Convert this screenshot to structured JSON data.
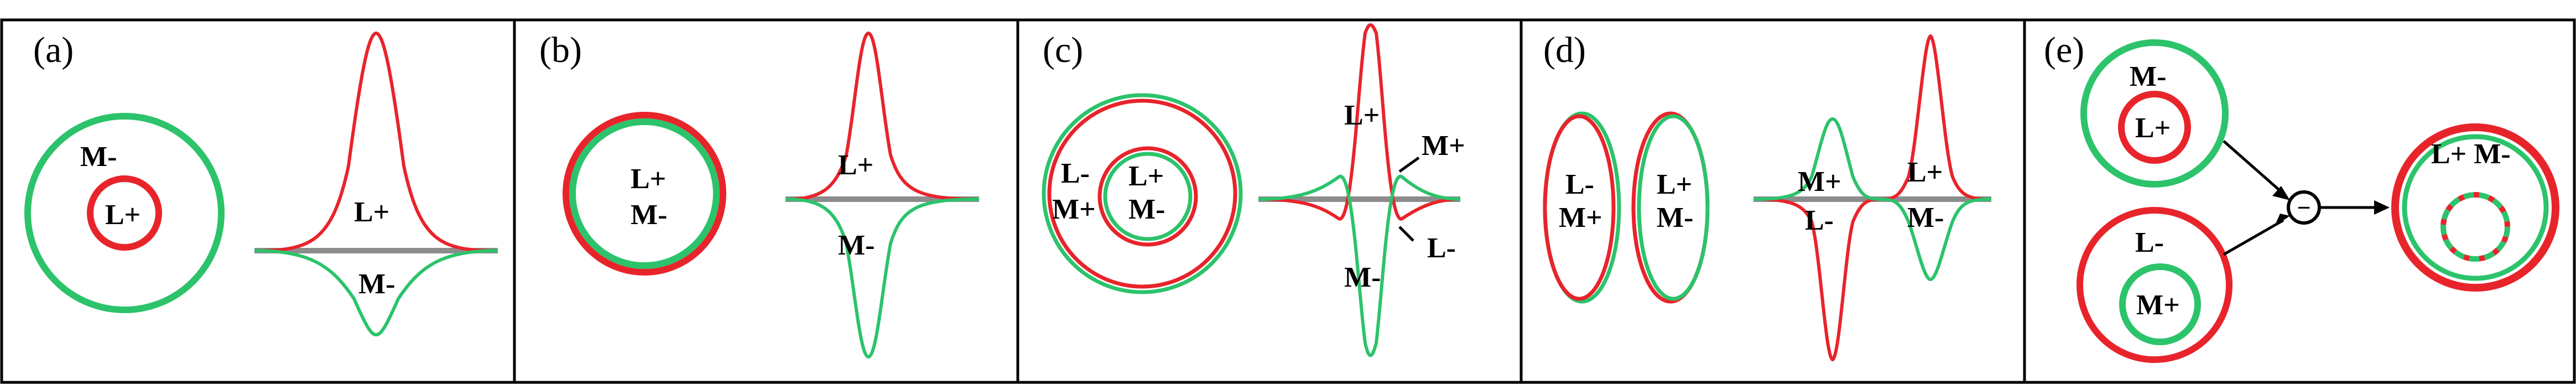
{
  "colors": {
    "red": "#e8242b",
    "green": "#2cc36b",
    "axis": "#8c8c8c"
  },
  "panels": {
    "a": {
      "label": "(a)",
      "center_outer": "M-",
      "center_inner": "L+",
      "curve_pos": "L+",
      "curve_neg": "M-"
    },
    "b": {
      "label": "(b)",
      "center_line1": "L+",
      "center_line2": "M-",
      "curve_pos": "L+",
      "curve_neg": "M-"
    },
    "c": {
      "label": "(c)",
      "ring_line1": "L-",
      "ring_line2": "M+",
      "center_line1": "L+",
      "center_line2": "M-",
      "curve_l_pos": "L+",
      "curve_m_pos": "M+",
      "curve_l_neg": "L-",
      "curve_m_neg": "M-"
    },
    "d": {
      "label": "(d)",
      "left_line1": "L-",
      "left_line2": "M+",
      "right_line1": "L+",
      "right_line2": "M-",
      "curve_left_top": "M+",
      "curve_left_bottom": "L-",
      "curve_right_top": "L+",
      "curve_right_bottom": "M-"
    },
    "e": {
      "label": "(e)",
      "top_outer": "M-",
      "top_inner": "L+",
      "bottom_outer": "L-",
      "bottom_inner": "M+",
      "result_label": "L+ M-",
      "operator_symbol": "−"
    }
  }
}
